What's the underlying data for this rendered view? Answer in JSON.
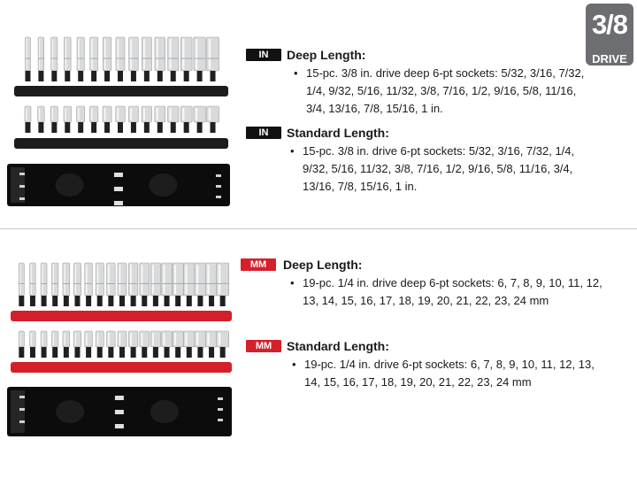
{
  "drive_badge": {
    "fraction": "3/8",
    "label": "DRIVE"
  },
  "sections": {
    "in_deep": {
      "tag": "IN",
      "title": "Deep Length:",
      "bullet": "15-pc. 3/8 in. drive deep 6-pt sockets: 5/32, 3/16, 7/32, 1/4, 9/32, 5/16, 11/32, 3/8, 7/16, 1/2, 9/16, 5/8, 11/16, 3/4, 13/16, 7/8, 15/16, 1 in."
    },
    "in_standard": {
      "tag": "IN",
      "title": "Standard Length:",
      "bullet": "15-pc. 3/8 in. drive 6-pt sockets: 5/32, 3/16, 7/32, 1/4, 9/32, 5/16, 11/32, 3/8, 7/16, 1/2, 9/16, 5/8, 11/16, 3/4, 13/16, 7/8, 15/16, 1 in."
    },
    "mm_deep": {
      "tag": "MM",
      "title": "Deep Length:",
      "bullet": "19-pc. 1/4 in. drive deep 6-pt sockets: 6, 7, 8, 9, 10, 11, 12, 13, 14, 15, 16, 17, 18, 19, 20, 21, 22, 23, 24 mm"
    },
    "mm_standard": {
      "tag": "MM",
      "title": "Standard Length:",
      "bullet": "19-pc. 1/4 in. drive 6-pt sockets: 6, 7, 8, 9, 10, 11, 12, 13, 14, 15, 16, 17, 18, 19, 20, 21, 22, 23, 24 mm"
    }
  },
  "colors": {
    "rail_in": "#1c1c1c",
    "rail_mm": "#d4202a",
    "socket": "#d9dadb",
    "case": "#0c0c0c"
  }
}
